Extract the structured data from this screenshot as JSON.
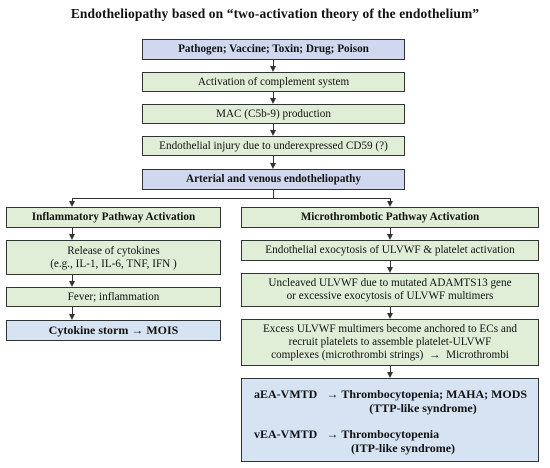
{
  "title": "Endotheliopathy based on “two-activation theory of the endothelium”",
  "chain": {
    "pathogen": "Pathogen; Vaccine; Toxin; Drug; Poison",
    "complement": "Activation of complement system",
    "mac": "MAC (C5b-9) production",
    "injury": "Endothelial injury due to underexpressed CD59 (?)",
    "endotheliopathy": "Arterial and venous endotheliopathy"
  },
  "left": {
    "header": "Inflammatory Pathway Activation",
    "cytokines_1": "Release of cytokines",
    "cytokines_2": "(e.g., IL-1, IL-6, TNF, IFN )",
    "fever": "Fever; inflammation",
    "storm_a": "Cytokine storm",
    "storm_arrow": "→",
    "storm_b": "MOIS"
  },
  "right": {
    "header": "Microthrombotic Pathway Activation",
    "exocytosis": "Endothelial exocytosis of ULVWF & platelet activation",
    "uncleaved_1": "Uncleaved ULVWF due to mutated ADAMTS13 gene",
    "uncleaved_2": "or excessive exocytosis of ULVWF multimers",
    "excess_1": "Excess ULVWF multimers become anchored to ECs and",
    "excess_2": "recruit platelets to assemble platelet-ULVWF",
    "excess_3a": "complexes (microthrombi strings)",
    "excess_3b": "Microthrombi",
    "excess_arrow": "→"
  },
  "results": {
    "aea_label": "aEA-VMTD",
    "aea_arrow": "→",
    "aea_text": "Thrombocytopenia; MAHA; MODS",
    "aea_sub": "(TTP-like syndrome)",
    "vea_label": "vEA-VMTD",
    "vea_arrow": "→",
    "vea_text": "Thrombocytopenia",
    "vea_sub": "(ITP-like syndrome)"
  },
  "colors": {
    "blue_box": "#cfd8ef",
    "green_box": "#e0eed8",
    "result_box": "#d6e3f3",
    "line": "#333333"
  }
}
